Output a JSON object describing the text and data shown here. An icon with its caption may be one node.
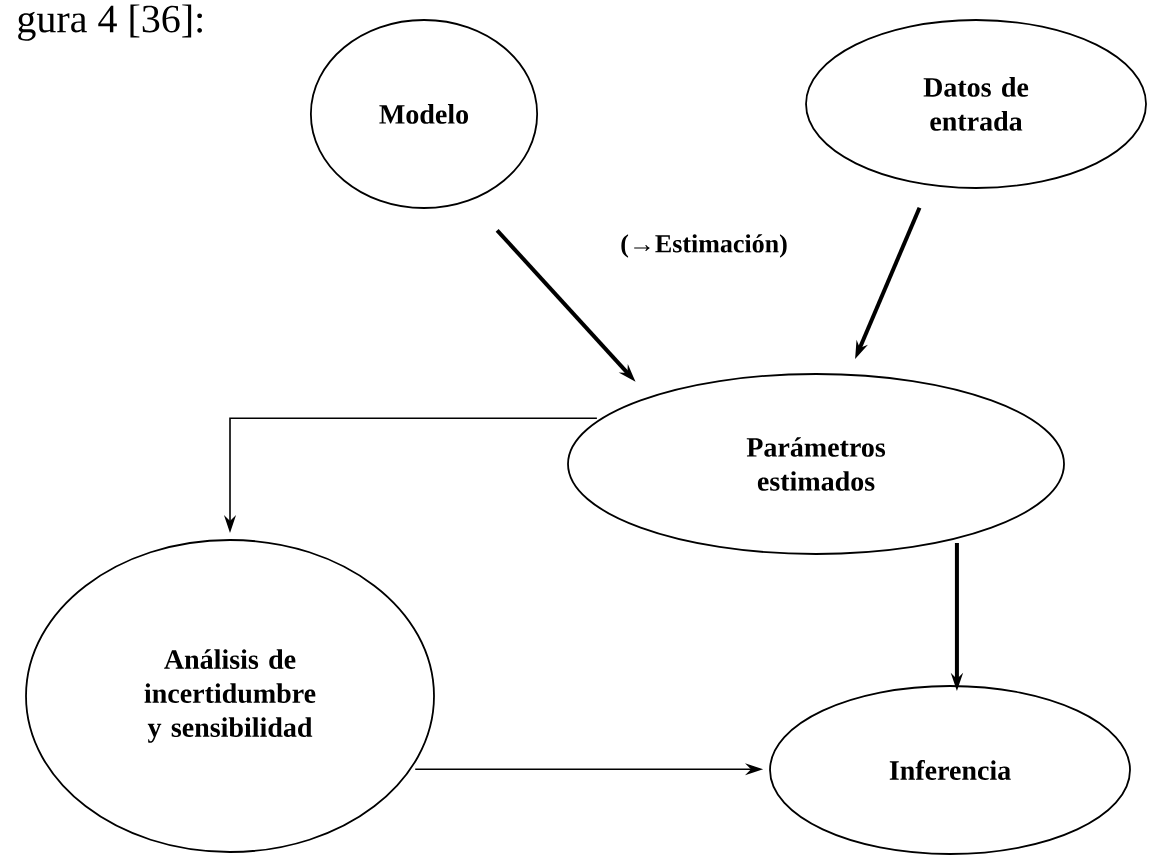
{
  "diagram": {
    "nodes": [
      {
        "text": [
          "Modelo"
        ]
      },
      {
        "text": [
          "Datos de entrada"
        ]
      },
      {
        "text": [
          "Parámetros estimados"
        ]
      },
      {
        "text": [
          "Análisis de incertidumbre y sensibilidad"
        ]
      },
      {
        "text": [
          "Inferencia"
        ]
      }
    ],
    "edges": [
      {
        "from": 0,
        "to": 2,
        "arrow": "to"
      },
      {
        "from": 1,
        "to": 2,
        "arrow": "to"
      },
      {
        "from": 2,
        "to": 3,
        "arrow": "to"
      },
      {
        "from": 2,
        "to": 4,
        "arrow": "to"
      },
      {
        "from": 3,
        "to": 4,
        "arrow": "to"
      }
    ],
    "labels": [
      "gura 4 [36]:",
      "(→Estimación)"
    ]
  }
}
